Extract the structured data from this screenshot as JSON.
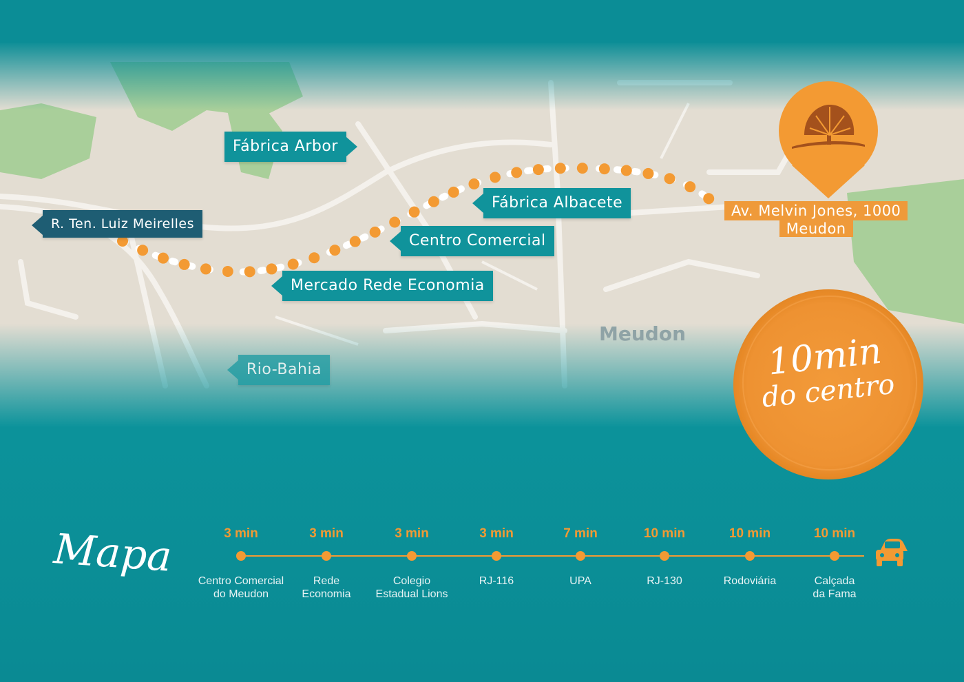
{
  "map": {
    "labels": {
      "fabrica_arbor": "Fábrica Arbor",
      "ten_luiz": "R. Ten. Luiz Meirelles",
      "fabrica_albacete": "Fábrica Albacete",
      "centro_comercial": "Centro Comercial",
      "mercado": "Mercado Rede Economia",
      "rio_bahia": "Rio-Bahia",
      "district": "Meudon"
    },
    "destination": {
      "line1": "Av. Melvin Jones, 1000",
      "line2": "Meudon",
      "icon": "tree-logo-icon"
    },
    "stamp": {
      "big": "10min",
      "small": "do centro"
    },
    "colors": {
      "teal": "#0e8f98",
      "orange": "#f39a33",
      "dark_tag": "#1e5d73",
      "land": "#e3ddd2",
      "park": "#a9cf9a"
    }
  },
  "legend": {
    "title": "Mapa",
    "stops": [
      {
        "time": "3 min",
        "place_l1": "Centro Comercial",
        "place_l2": "do Meudon"
      },
      {
        "time": "3 min",
        "place_l1": "Rede",
        "place_l2": "Economia"
      },
      {
        "time": "3 min",
        "place_l1": "Colegio",
        "place_l2": "Estadual Lions"
      },
      {
        "time": "3 min",
        "place_l1": "RJ-116",
        "place_l2": ""
      },
      {
        "time": "7 min",
        "place_l1": "UPA",
        "place_l2": ""
      },
      {
        "time": "10 min",
        "place_l1": "RJ-130",
        "place_l2": ""
      },
      {
        "time": "10 min",
        "place_l1": "Rodoviária",
        "place_l2": ""
      },
      {
        "time": "10 min",
        "place_l1": "Calçada",
        "place_l2": "da Fama"
      }
    ],
    "car_icon": "car-icon"
  }
}
